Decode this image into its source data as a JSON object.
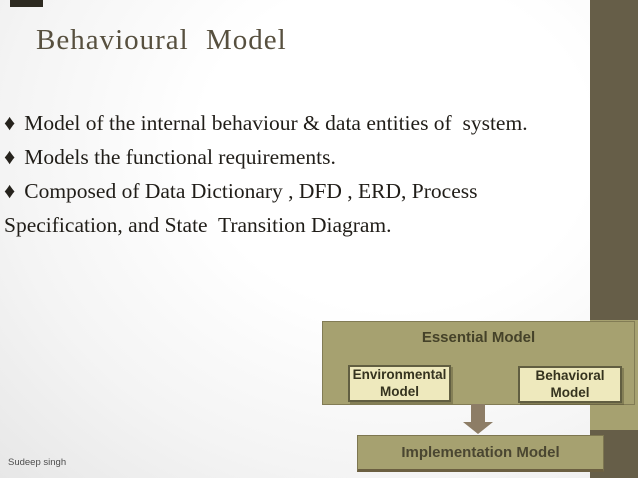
{
  "slide": {
    "title": "Behavioural Model",
    "bullet_marker": "♦",
    "bullets": [
      {
        "lines": [
          "Model of the internal behaviour & data entities of  system."
        ]
      },
      {
        "lines": [
          "Models the functional requirements."
        ]
      },
      {
        "lines": [
          "Composed of Data Dictionary , DFD , ERD, Process",
          "Specification, and State  Transition Diagram."
        ]
      }
    ],
    "footer": "Sudeep singh"
  },
  "diagram": {
    "essential_label": "Essential Model",
    "environmental_label": "Environmental Model",
    "behavioral_label": "Behavioral Model",
    "implementation_label": "Implementation Model"
  },
  "colors": {
    "sidebar_dark": "#665e48",
    "box_khaki": "#a6a170",
    "box_pale_yellow": "#eee9bd",
    "arrow_brown": "#8d7d66",
    "title_text": "#57503f",
    "body_text": "#201d18"
  }
}
